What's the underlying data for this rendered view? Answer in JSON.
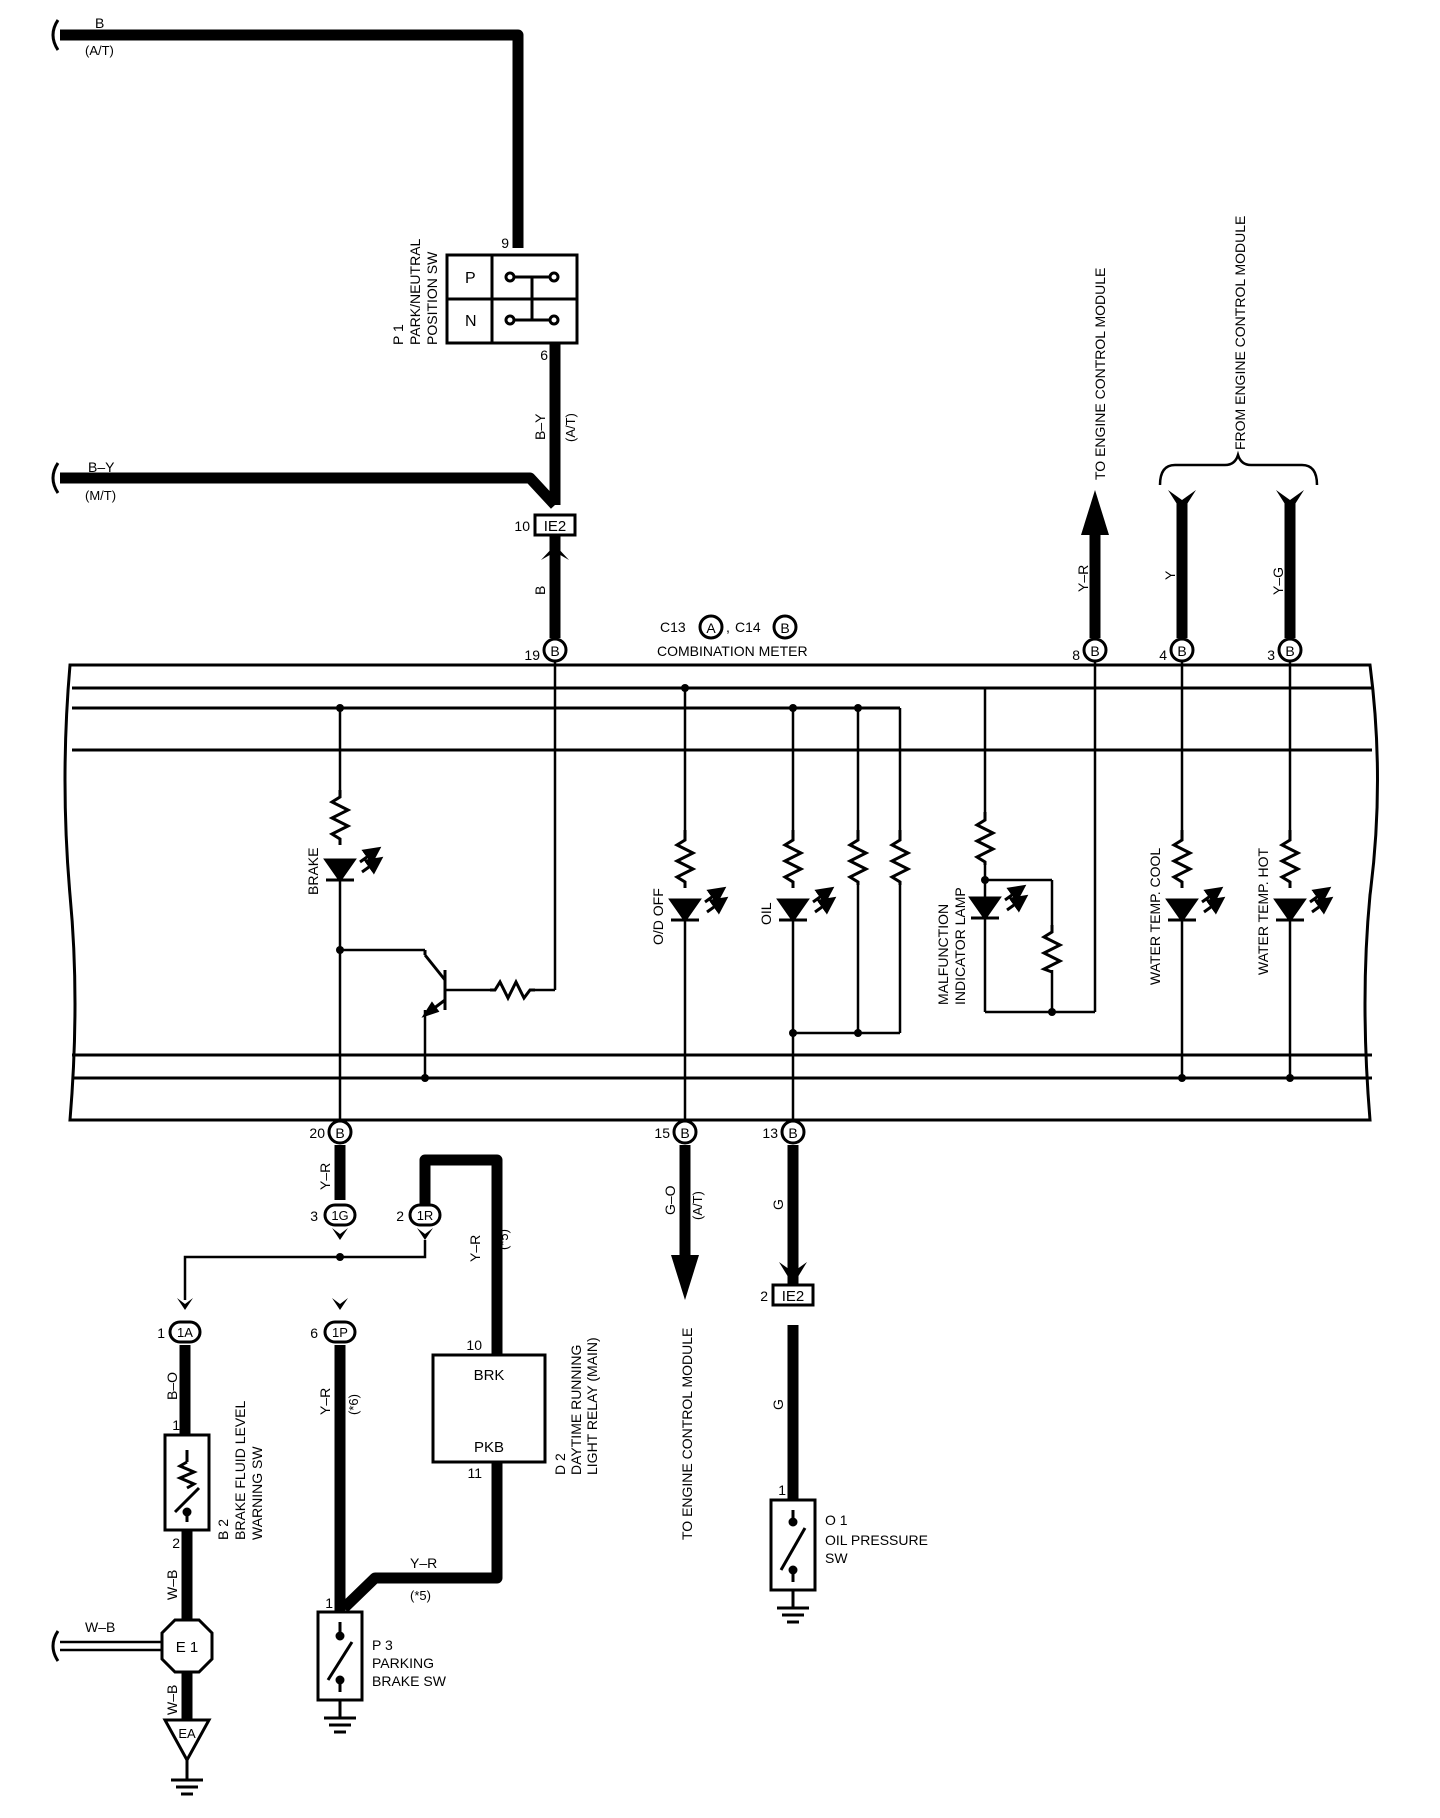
{
  "wires": {
    "b_at": "B",
    "at_note": "(A/T)",
    "by_mt": "B–Y",
    "mt_note": "(M/T)",
    "by_vertical": "B–Y",
    "at_vertical": "(A/T)",
    "b_lower": "B",
    "yr_upper": "Y–R",
    "y_upper": "Y",
    "yg_upper": "Y–G",
    "yr_brake": "Y–R",
    "yr_relay": "Y–R",
    "star5_top": "(*5)",
    "go": "G–O",
    "at_go": "(A/T)",
    "g_upper": "G",
    "g_lower": "G",
    "bo": "B–O",
    "wb_sw": "W–B",
    "wb_left": "W–B",
    "wb_ground": "W–B",
    "yr_parking": "Y–R",
    "star6": "(*6)",
    "yr_pkb": "Y–R",
    "star5_bottom": "(*5)"
  },
  "components": {
    "park_neutral": {
      "id": "P 1",
      "name1": "PARK/NEUTRAL",
      "name2": "POSITION SW",
      "p": "P",
      "n": "N",
      "pin_top": "9",
      "pin_bottom": "6"
    },
    "combination_meter": {
      "connector_a": "C13",
      "a": "A",
      "sep": ",",
      "connector_b": "C14",
      "b": "B",
      "name": "COMBINATION METER"
    },
    "daytime_relay": {
      "id": "D 2",
      "name1": "DAYTIME RUNNING",
      "name2": "LIGHT RELAY (MAIN)",
      "brk": "BRK",
      "pkb": "PKB",
      "pin_top": "10",
      "pin_bottom": "11"
    },
    "brake_fluid": {
      "id": "B 2",
      "name1": "BRAKE FLUID LEVEL",
      "name2": "WARNING SW",
      "pin_top": "1",
      "pin_bottom": "2"
    },
    "parking_brake": {
      "id": "P 3",
      "name1": "PARKING",
      "name2": "BRAKE SW",
      "pin": "1"
    },
    "oil_pressure": {
      "id": "O 1",
      "name1": "OIL PRESSURE",
      "name2": "SW",
      "pin": "1"
    },
    "e1": "E 1",
    "ea": "EA"
  },
  "connectors": {
    "ie2_top": {
      "label": "IE2",
      "pin": "10"
    },
    "ie2_bottom": {
      "label": "IE2",
      "pin": "2"
    },
    "m19": {
      "letter": "B",
      "pin": "19"
    },
    "m8": {
      "letter": "B",
      "pin": "8"
    },
    "m4": {
      "letter": "B",
      "pin": "4"
    },
    "m3": {
      "letter": "B",
      "pin": "3"
    },
    "m20": {
      "letter": "B",
      "pin": "20"
    },
    "m15": {
      "letter": "B",
      "pin": "15"
    },
    "m13": {
      "letter": "B",
      "pin": "13"
    },
    "c1g": {
      "label": "1G",
      "pin": "3"
    },
    "c1r": {
      "label": "1R",
      "pin": "2"
    },
    "c1p": {
      "label": "1P",
      "pin": "6"
    },
    "c1a": {
      "label": "1A",
      "pin": "1"
    }
  },
  "lamps": {
    "brake": "BRAKE",
    "od_off": "O/D OFF",
    "oil": "OIL",
    "mil1": "MALFUNCTION",
    "mil2": "INDICATOR LAMP",
    "cool": "WATER TEMP.  COOL",
    "hot": "WATER TEMP.  HOT"
  },
  "destinations": {
    "to_ecm_top": "TO ENGINE CONTROL MODULE",
    "from_ecm": "FROM ENGINE CONTROL MODULE",
    "to_ecm_bottom": "TO ENGINE CONTROL MODULE"
  }
}
